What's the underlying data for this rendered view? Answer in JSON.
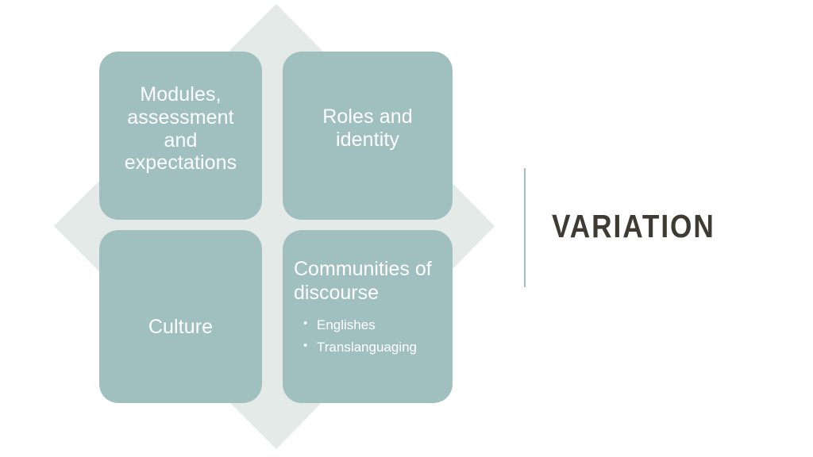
{
  "slide": {
    "background_color": "#FFFFFF",
    "title": "VARIATION",
    "title_color": "#3D3B32",
    "accent_color": "#9FC0BF",
    "diamond_color": "#E3EAE7"
  },
  "matrix": {
    "name": "four-quadrant-matrix",
    "cells": [
      {
        "id": "modules-assessment-expectations",
        "title": "Modules, assessment and expectations",
        "align": "center",
        "bullets": []
      },
      {
        "id": "roles-and-identity",
        "title": "Roles and identity",
        "align": "center",
        "bullets": []
      },
      {
        "id": "culture",
        "title": "Culture",
        "align": "center",
        "bullets": []
      },
      {
        "id": "communities-of-discourse",
        "title": "Communities of discourse",
        "align": "left",
        "bullets": [
          "Englishes",
          "Translanguaging"
        ]
      }
    ]
  },
  "decorations": {
    "diamond_name": "diamond-backdrop-shape",
    "rule_name": "title-accent-rule"
  }
}
